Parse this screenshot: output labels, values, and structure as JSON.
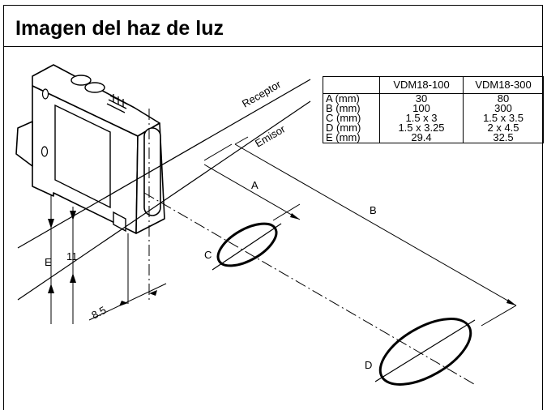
{
  "header": {
    "title": "Imagen del haz de luz"
  },
  "diagram": {
    "beam_labels": {
      "receiver": "Receptor",
      "emitter": "Emisor"
    },
    "dimension_labels": {
      "a": "A",
      "b": "B",
      "c": "C",
      "d": "D",
      "e": "E",
      "eleven": "11",
      "eight_five": "8.5"
    }
  },
  "specs_table": {
    "columns": [
      "",
      "VDM18-100",
      "VDM18-300"
    ],
    "rows": [
      {
        "label": "A (mm)",
        "values": [
          "30",
          "80"
        ]
      },
      {
        "label": "B (mm)",
        "values": [
          "100",
          "300"
        ]
      },
      {
        "label": "C (mm)",
        "values": [
          "1.5 x 3",
          "1.5 x 3.5"
        ]
      },
      {
        "label": "D (mm)",
        "values": [
          "1.5 x 3.25",
          "2 x 4.5"
        ]
      },
      {
        "label": "E (mm)",
        "values": [
          "29.4",
          "32.5"
        ]
      }
    ]
  }
}
